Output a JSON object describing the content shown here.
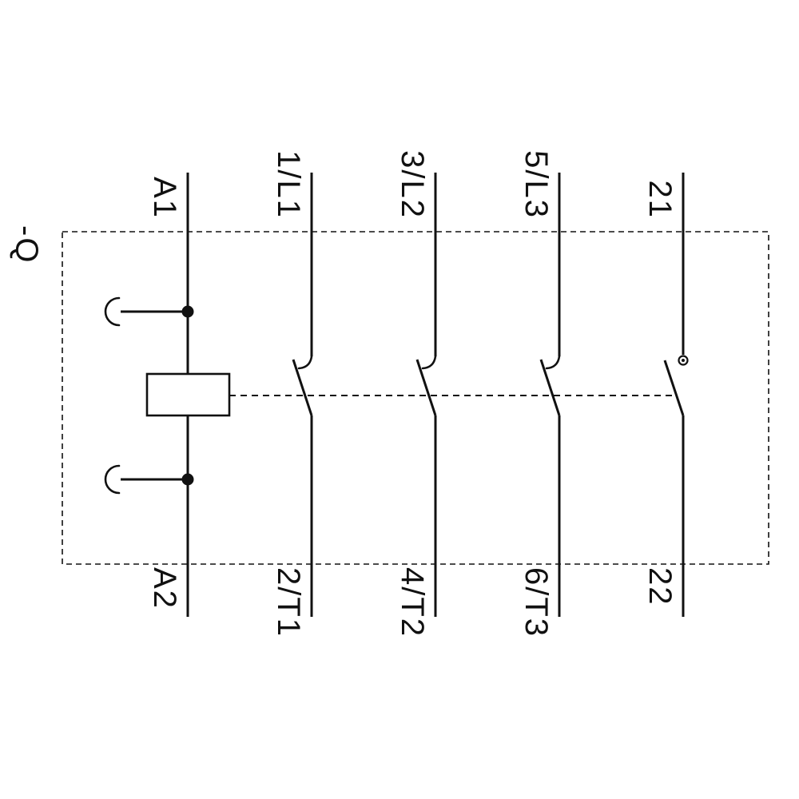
{
  "device_tag": "-Q",
  "terminals_top": [
    "A1",
    "1/L1",
    "3/L2",
    "5/L3",
    "21"
  ],
  "terminals_bottom": [
    "A2",
    "2/T1",
    "4/T2",
    "6/T3",
    "22"
  ],
  "colors": {
    "line": "#111111",
    "background": "#ffffff"
  }
}
